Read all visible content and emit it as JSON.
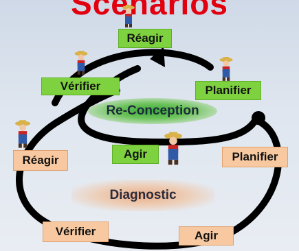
{
  "header": {
    "title": "Scénarios"
  },
  "center_labels": {
    "inner": "Re-Conception",
    "outer": "Diagnostic"
  },
  "inner_cycle": {
    "react": "Réagir",
    "check": "Vérifier",
    "plan": "Planifier",
    "act": "Agir"
  },
  "outer_cycle": {
    "react": "Réagir",
    "plan": "Planifier",
    "check": "Vérifier",
    "act": "Agir"
  },
  "icons": {
    "figure": "farmer-figure-icon"
  },
  "colors": {
    "title": "#e2000f",
    "inner_box": "#7ed23f",
    "outer_box": "#f8c9a0",
    "loop": "#000000"
  }
}
